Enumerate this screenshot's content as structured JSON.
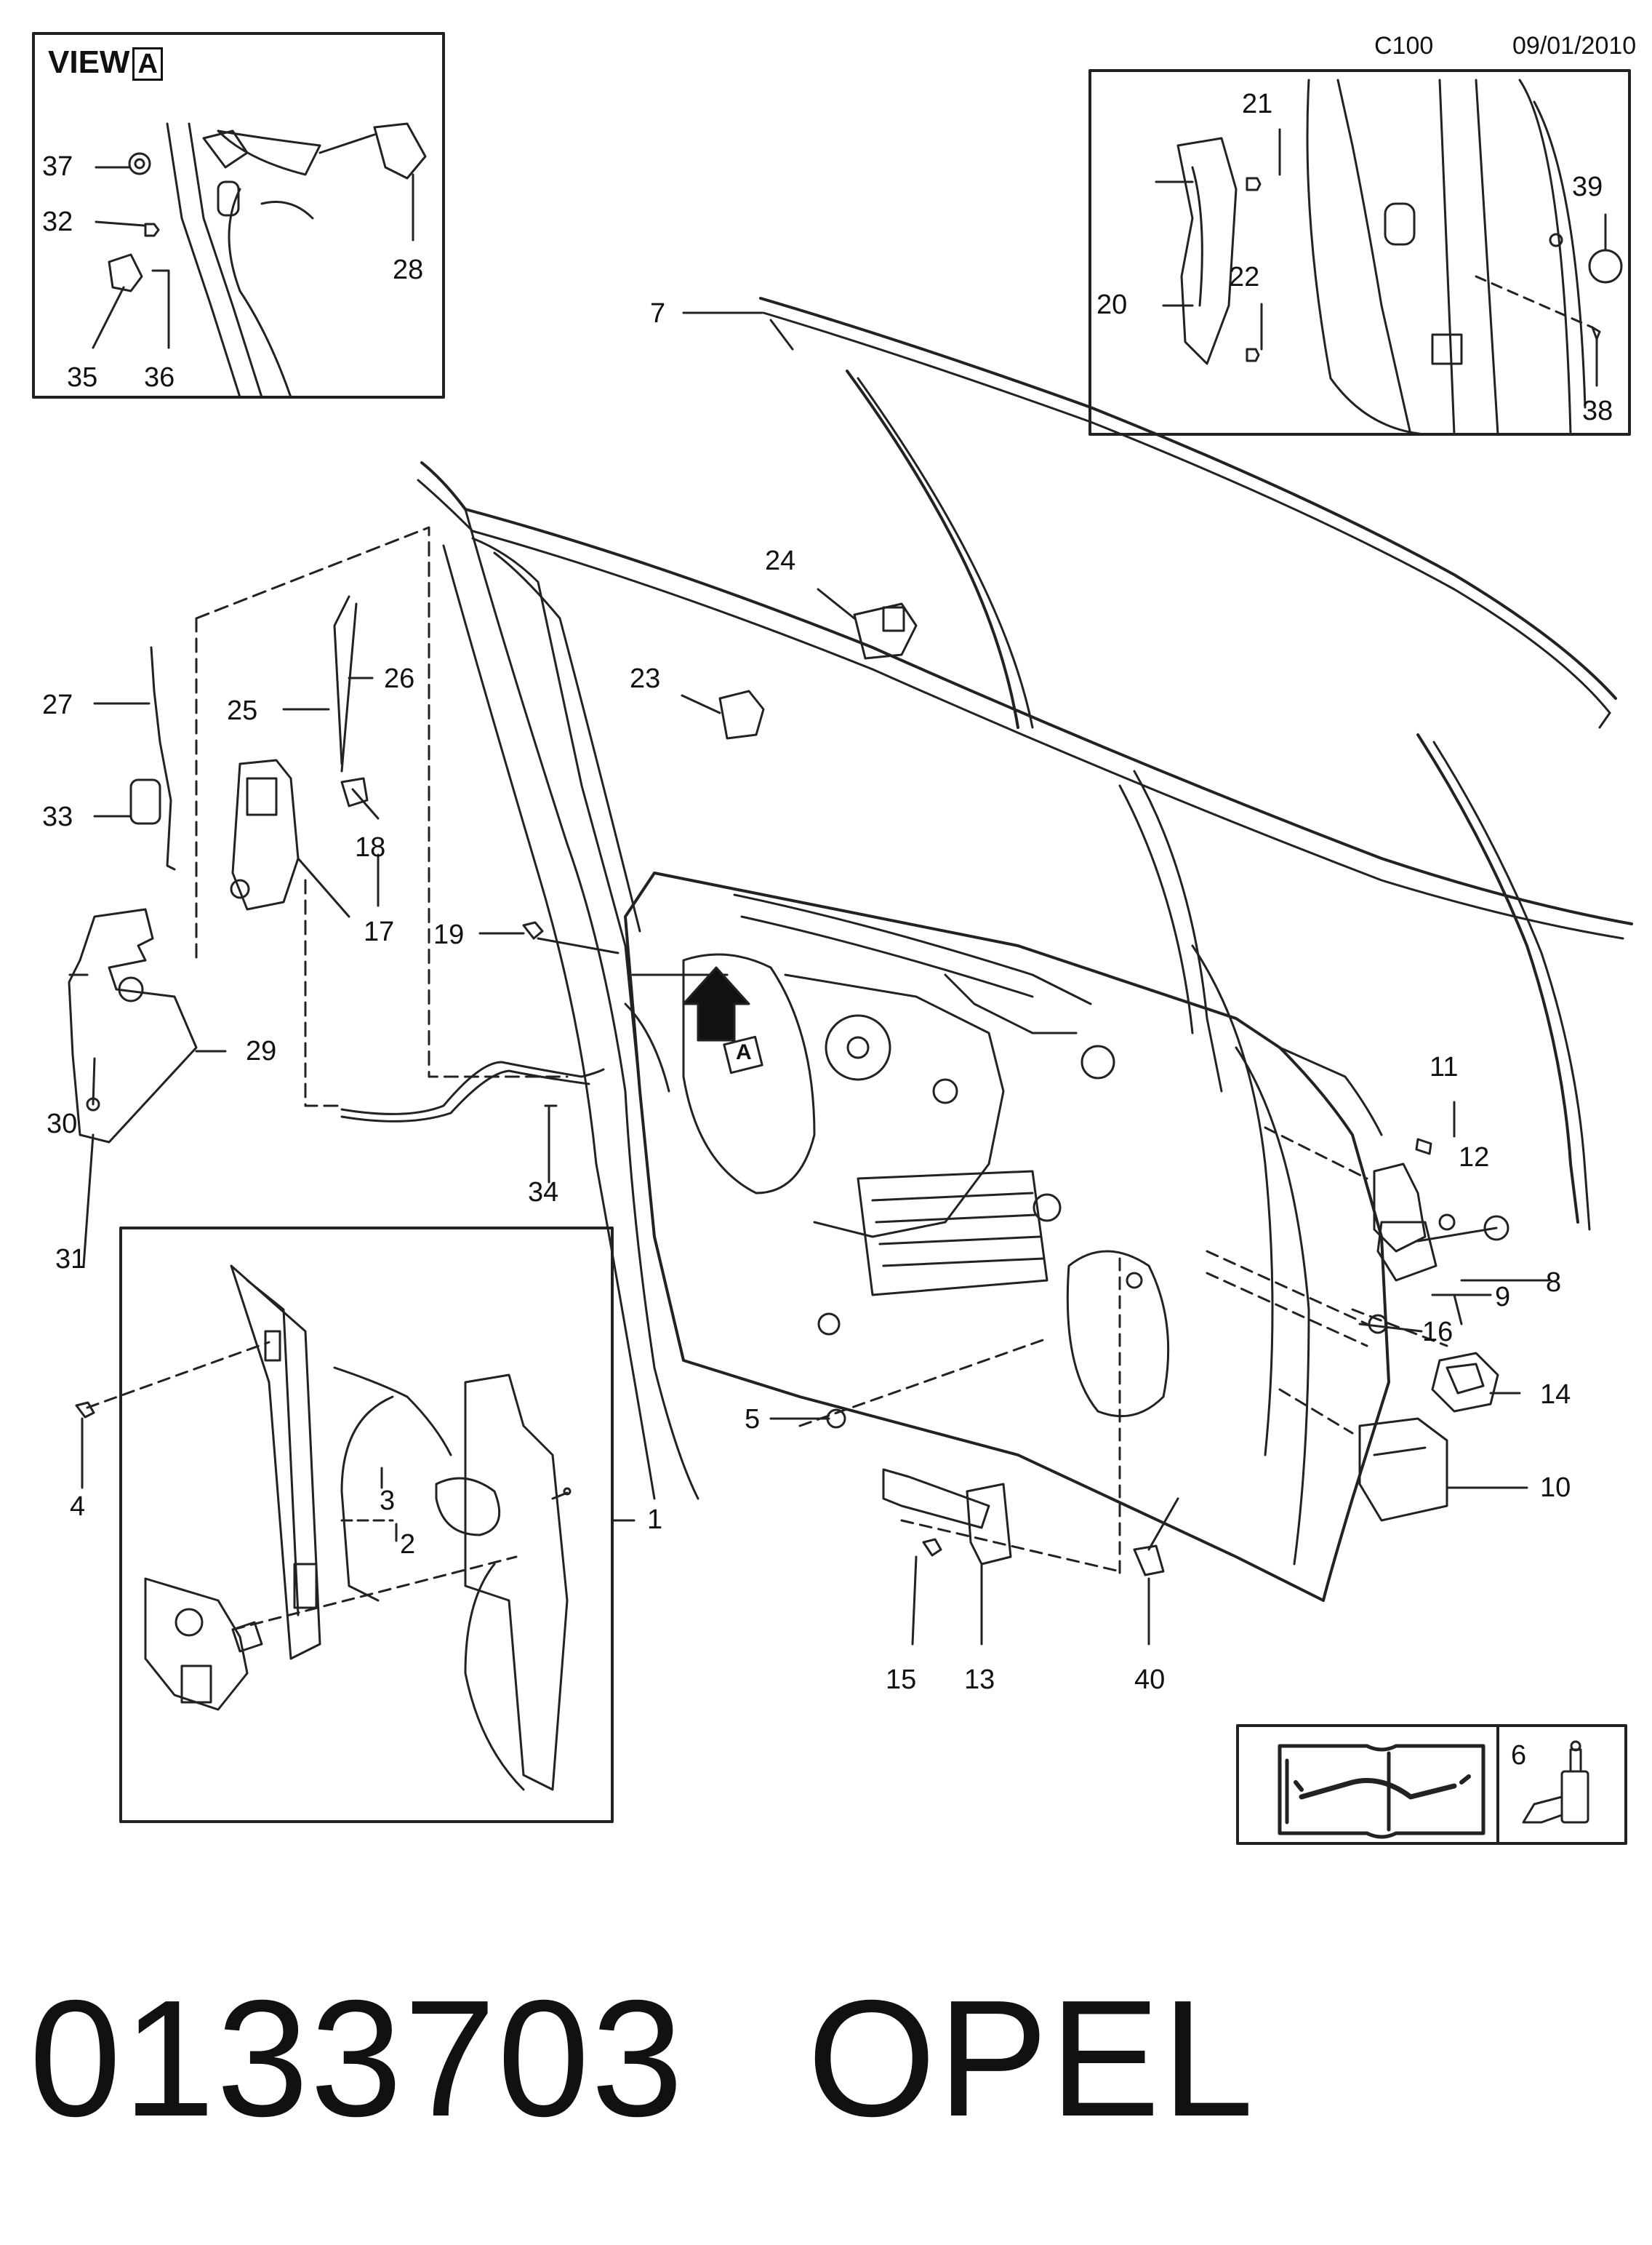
{
  "header": {
    "model_code": "C100",
    "date": "09/01/2010"
  },
  "view_title": "VIEW",
  "view_letter": "A",
  "arrow_letter": "A",
  "footer": {
    "part_number": "0133703",
    "brand": "OPEL"
  },
  "legend": {
    "item_number": "6",
    "icons": [
      "manual-wrench-icon",
      "sealant-bottle-icon"
    ]
  },
  "highlight_color": "#e35050",
  "callouts": {
    "c1": "1",
    "c2": "2",
    "c3": "3",
    "c4": "4",
    "c5": "5",
    "c7": "7",
    "c8": "8",
    "c9": "9",
    "c10": "10",
    "c11": "11",
    "c12": "12",
    "c13": "13",
    "c14": "14",
    "c15": "15",
    "c16": "16",
    "c17": "17",
    "c18": "18",
    "c19": "19",
    "c20": "20",
    "c21": "21",
    "c22": "22",
    "c23": "23",
    "c24": "24",
    "c25": "25",
    "c26": "26",
    "c27": "27",
    "c28": "28",
    "c29": "29",
    "c30": "30",
    "c31": "31",
    "c32": "32",
    "c33": "33",
    "c34": "34",
    "c35": "35",
    "c36": "36",
    "c37": "37",
    "c38": "38",
    "c39": "39",
    "c40": "40"
  }
}
